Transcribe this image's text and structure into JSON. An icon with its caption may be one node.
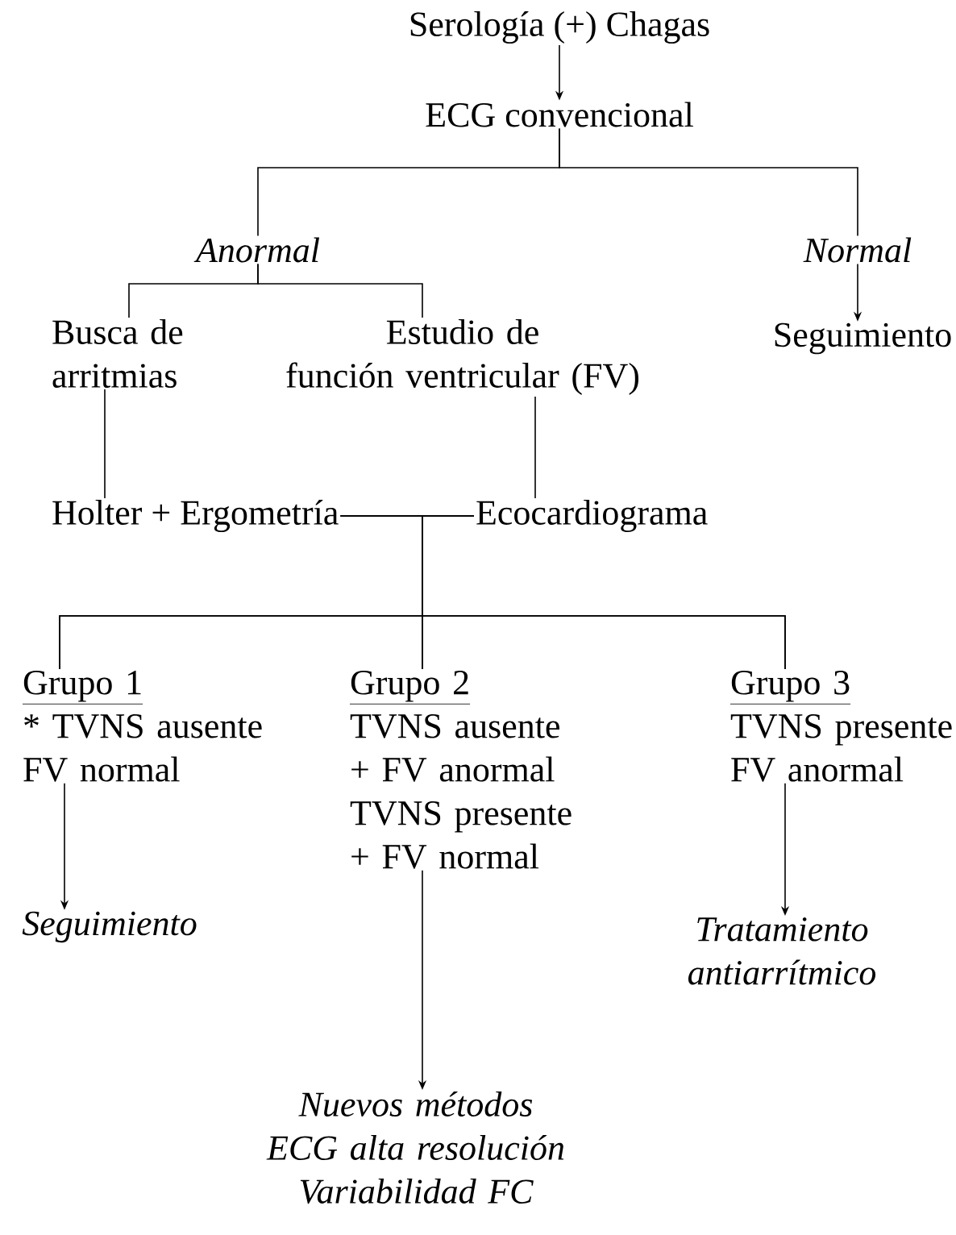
{
  "diagram": {
    "nodes": [
      {
        "text": [
          "Serología (+) Chagas"
        ]
      },
      {
        "text": [
          "ECG convencional"
        ]
      },
      {
        "text": [
          "Anormal"
        ]
      },
      {
        "text": [
          "Normal"
        ]
      },
      {
        "text": [
          "Busca de arritmias"
        ]
      },
      {
        "text": [
          "Estudio de",
          "función ventricular (FV)"
        ]
      },
      {
        "text": [
          "Seguimiento"
        ]
      },
      {
        "text": [
          "Holter + Ergometría"
        ]
      },
      {
        "text": [
          "Ecocardiograma"
        ]
      },
      {
        "text": [
          "Grupo 1",
          "* TVNS ausente FV normal"
        ]
      },
      {
        "text": [
          "Grupo 2",
          "TVNS ausente + FV anormal",
          "TVNS presente + FV normal"
        ]
      },
      {
        "text": [
          "Grupo 3",
          "TVNS presente FV anormal"
        ]
      },
      {
        "text": [
          "Seguimiento"
        ]
      },
      {
        "text": [
          "Tratamiento antiarrítmico"
        ]
      },
      {
        "text": [
          "Nuevos métodos ECG alta resolución Variabilidad FC"
        ]
      }
    ],
    "edges": [
      {
        "from": 0,
        "to": 1,
        "arrow": "to"
      },
      {
        "from": 1,
        "to": 2,
        "arrow": "none"
      },
      {
        "from": 1,
        "to": 3,
        "arrow": "none"
      },
      {
        "from": 3,
        "to": 6,
        "arrow": "to"
      },
      {
        "from": 2,
        "to": 4,
        "arrow": "none"
      },
      {
        "from": 2,
        "to": 5,
        "arrow": "none"
      },
      {
        "from": 4,
        "to": 7,
        "arrow": "none"
      },
      {
        "from": 5,
        "to": 8,
        "arrow": "none"
      },
      {
        "from": 7,
        "to": 9,
        "arrow": "none"
      },
      {
        "from": 7,
        "to": 10,
        "arrow": "none"
      },
      {
        "from": 7,
        "to": 11,
        "arrow": "none"
      },
      {
        "from": 8,
        "to": 9,
        "arrow": "none"
      },
      {
        "from": 8,
        "to": 10,
        "arrow": "none"
      },
      {
        "from": 8,
        "to": 11,
        "arrow": "none"
      },
      {
        "from": 9,
        "to": 12,
        "arrow": "to"
      },
      {
        "from": 10,
        "to": 14,
        "arrow": "to"
      },
      {
        "from": 11,
        "to": 13,
        "arrow": "to"
      }
    ]
  }
}
